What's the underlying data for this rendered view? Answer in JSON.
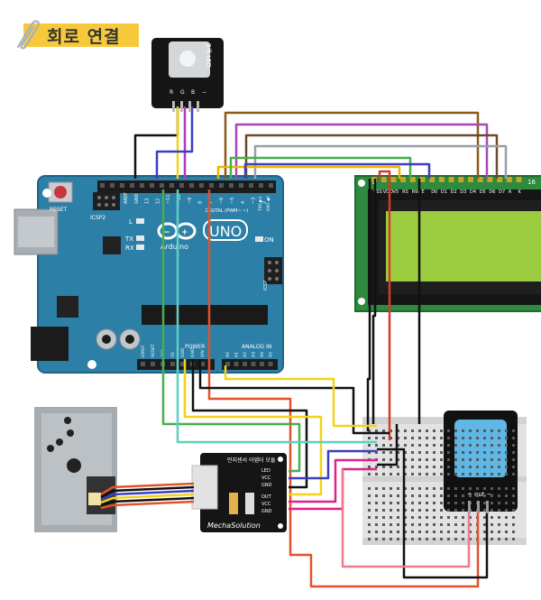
{
  "title": "회로 연결",
  "led_module": {
    "label": "3색 LED",
    "pins": [
      "R",
      "G",
      "B",
      "−"
    ]
  },
  "arduino": {
    "reset_label": "RESET",
    "icsp2_label": "ICSP2",
    "icsp_label": "ICSP",
    "brand": "Arduino",
    "model": "UNO",
    "digital_label": "DIGITAL (PWM~  ~)",
    "power_label": "POWER",
    "analog_label": "ANALOG IN",
    "l_label": "L",
    "tx_label": "TX",
    "rx_label": "RX",
    "on_label": "ON",
    "tx0_label": "TX0 ▶1",
    "rx0_label": "RX0 ◀0",
    "top_pins": [
      "AREF",
      "GND",
      "13",
      "12",
      "~11",
      "~10",
      "~9",
      "8",
      "7",
      "~6",
      "~5",
      "4",
      "~3",
      "2"
    ],
    "power_pins": [
      "IOREF",
      "RESET",
      "3V3",
      "5V",
      "GND",
      "GND",
      "VIN"
    ],
    "analog_pins": [
      "A0",
      "A1",
      "A2",
      "A3",
      "A4",
      "A5"
    ]
  },
  "lcd": {
    "pin_labels": [
      "VSS",
      "VDD",
      "V0",
      "RS",
      "RW",
      "E",
      "D0",
      "D1",
      "D2",
      "D3",
      "D4",
      "D5",
      "D6",
      "D7",
      "A",
      "K"
    ],
    "pin_one": "1",
    "pin_sixteen": "16"
  },
  "dust_adapter": {
    "name": "먼지센서 어댑터 모듈",
    "brand": "MechaSolution",
    "pins_right": [
      "LED",
      "VCC",
      "GND",
      "OUT",
      "VCC",
      "GND"
    ]
  },
  "dht": {
    "pin_label": "+  out  −"
  }
}
